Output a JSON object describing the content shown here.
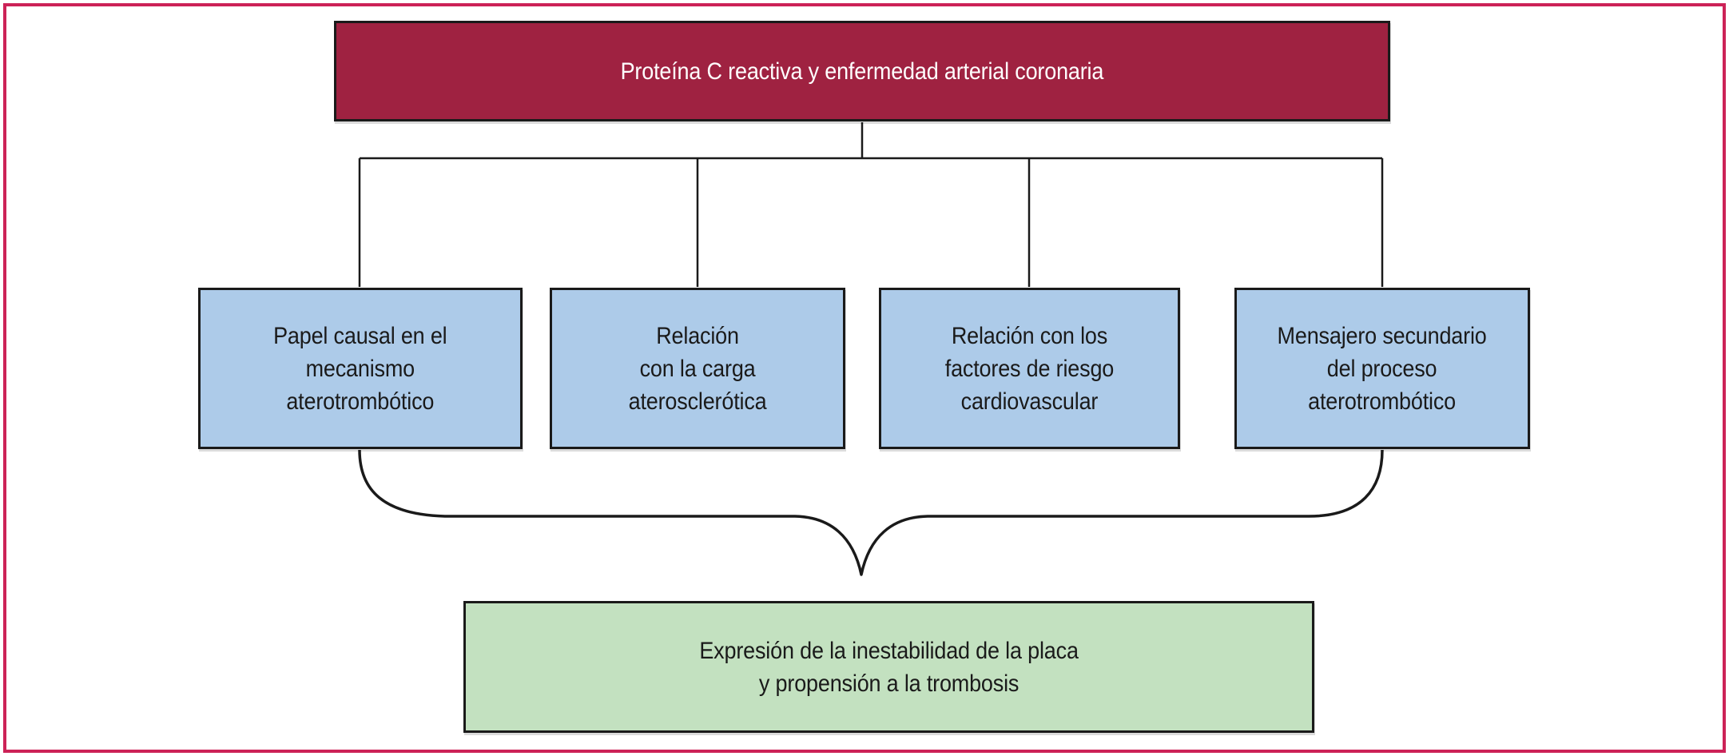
{
  "figure": {
    "title": "Proteína C reactiva y enfermedad arterial coronaria",
    "branches": [
      {
        "label": "Papel causal en el\nmecanismo\naterotrombótico"
      },
      {
        "label": "Relación\ncon la carga\naterosclerótica"
      },
      {
        "label": "Relación con los\nfactores de riesgo\ncardiovascular"
      },
      {
        "label": "Mensajero secundario\ndel proceso\naterotrombótico"
      }
    ],
    "outcome": "Expresión de la inestabilidad de la placa\ny propensión a la trombosis",
    "colors": {
      "frame_border": "#cc2257",
      "title_fill": "#9f2241",
      "title_text": "#ffffff",
      "branch_fill": "#adcbe9",
      "outcome_fill": "#c3e1c0",
      "box_border": "#1a1a1a",
      "line": "#1a1a1a",
      "text": "#1a1a1a"
    }
  }
}
